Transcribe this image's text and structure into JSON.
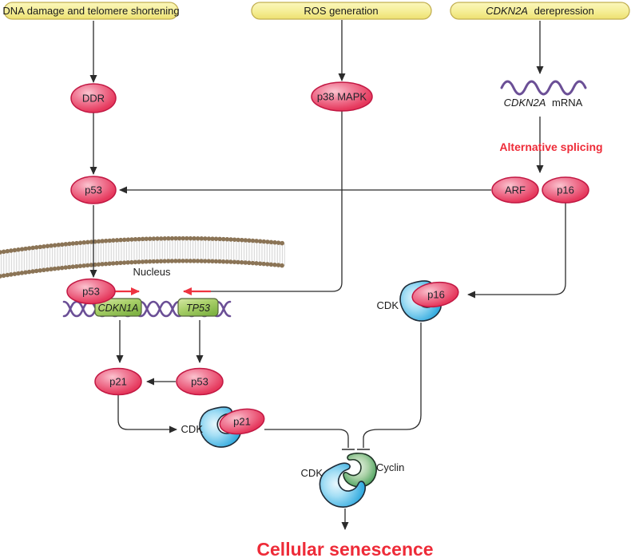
{
  "title_boxes": {
    "dna_damage": "DNA damage and telomere shortening",
    "ros": "ROS generation",
    "cdkn2a_gene": "CDKN2A",
    "cdkn2a_rest": "derepression"
  },
  "nodes": {
    "ddr": "DDR",
    "p38_mapk": "p38 MAPK",
    "p53": "p53",
    "arf": "ARF",
    "p16": "p16",
    "p21": "p21",
    "cdk": "CDK",
    "cyclin": "Cyclin"
  },
  "genes": {
    "cdkn1a": "CDKN1A",
    "tp53": "TP53"
  },
  "labels": {
    "nucleus": "Nucleus",
    "mrna_gene": "CDKN2A",
    "mrna_rest": "mRNA",
    "alternative_splicing": "Alternative splicing",
    "outcome": "Cellular senescence"
  },
  "colors": {
    "node_red": "#E63A5E",
    "node_red_border": "#C21843",
    "box_yellow": "#F5EE96",
    "box_yellow_border": "#C2AF52",
    "gene_green": "#A8CF68",
    "cdk_blue": "#38ADE0",
    "cyclin_green": "#39984F",
    "dna_purple": "#6B4F96",
    "membrane_brown": "#8B7456",
    "emphasis_red": "#EE2B38",
    "arrow_black": "#2B2B2B"
  }
}
